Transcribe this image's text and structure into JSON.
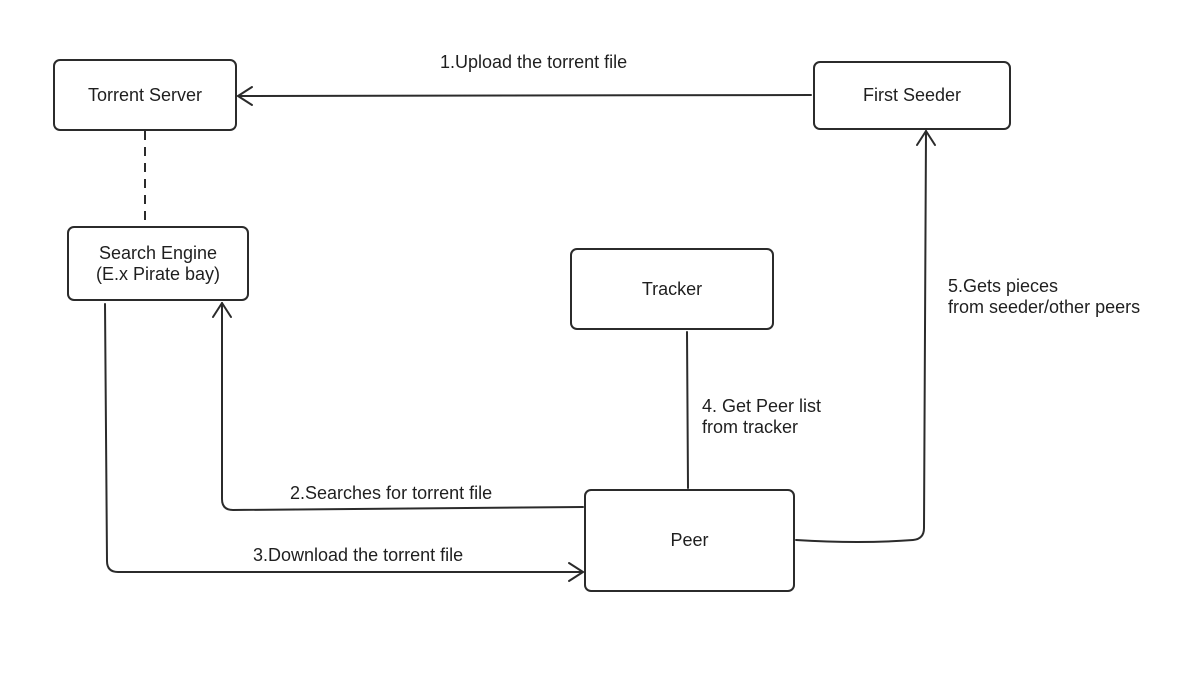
{
  "nodes": {
    "torrent_server": {
      "label": "Torrent Server"
    },
    "first_seeder": {
      "label": "First Seeder"
    },
    "search_engine": {
      "line1": "Search Engine",
      "line2": "(E.x Pirate bay)"
    },
    "tracker": {
      "label": "Tracker"
    },
    "peer": {
      "label": "Peer"
    }
  },
  "edges": {
    "upload": {
      "label": "1.Upload the torrent file"
    },
    "search": {
      "label": "2.Searches for torrent file"
    },
    "download": {
      "label": "3.Download the torrent file"
    },
    "peer_list": {
      "line1": "4. Get Peer list",
      "line2": "from tracker"
    },
    "pieces": {
      "line1": "5.Gets pieces",
      "line2": "from seeder/other peers"
    }
  },
  "colors": {
    "stroke": "#2b2b2b",
    "text": "#1f1f1f",
    "background": "#ffffff"
  }
}
